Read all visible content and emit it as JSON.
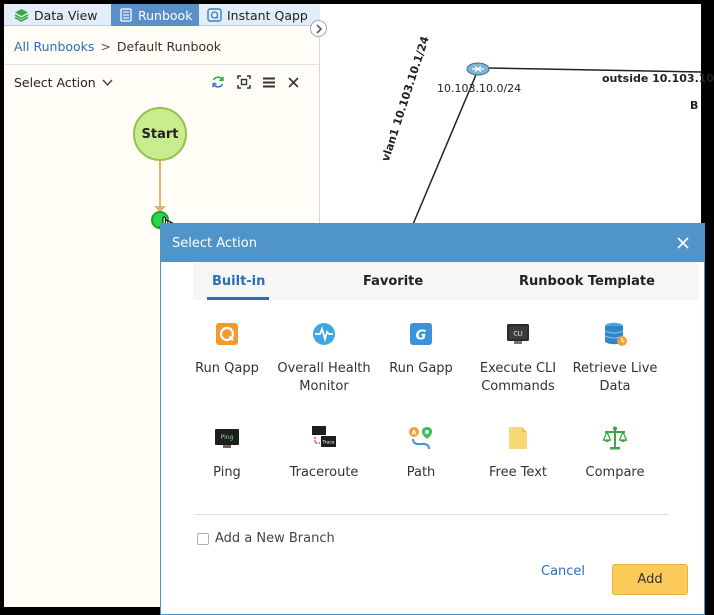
{
  "tabs": {
    "data_view": "Data View",
    "runbook": "Runbook",
    "instant_qapp": "Instant Qapp"
  },
  "breadcrumb": {
    "all_runbooks": "All Runbooks",
    "separator": ">",
    "current": "Default Runbook"
  },
  "panel": {
    "select_action": "Select Action",
    "start_node": "Start"
  },
  "map": {
    "subnet_label": "10.103.10.0/24",
    "outside_label": "outside 10.103.10",
    "device_label": "B",
    "vlan_label": "vlan1 10.103.10.1/24"
  },
  "dialog": {
    "title": "Select Action",
    "tabs": [
      "Built-in",
      "Favorite",
      "Runbook Template"
    ],
    "actions": [
      {
        "label": "Run Qapp",
        "icon": "run-qapp-icon"
      },
      {
        "label": "Overall Health Monitor",
        "icon": "health-monitor-icon"
      },
      {
        "label": "Run Gapp",
        "icon": "run-gapp-icon"
      },
      {
        "label": "Execute CLI Commands",
        "icon": "cli-icon"
      },
      {
        "label": "Retrieve Live Data",
        "icon": "database-icon"
      },
      {
        "label": "Ping",
        "icon": "ping-icon"
      },
      {
        "label": "Traceroute",
        "icon": "traceroute-icon"
      },
      {
        "label": "Path",
        "icon": "path-icon"
      },
      {
        "label": "Free Text",
        "icon": "free-text-icon"
      },
      {
        "label": "Compare",
        "icon": "compare-icon"
      }
    ],
    "add_branch_label": "Add a New Branch",
    "cancel_label": "Cancel",
    "add_label": "Add"
  },
  "colors": {
    "accent_blue": "#4f95c9",
    "link_blue": "#2a6ebb",
    "add_button": "#fcca58",
    "start_node": "#c9ec8c"
  }
}
